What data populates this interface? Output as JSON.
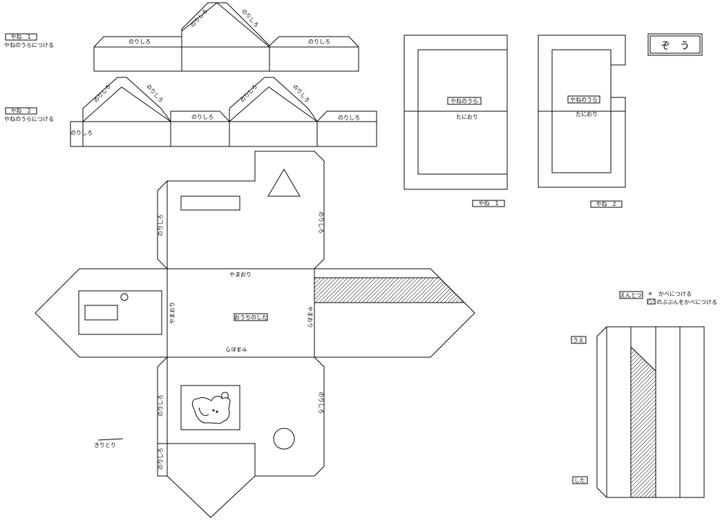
{
  "title": "ぞう",
  "roof1": {
    "tag": "やね　1",
    "instruction": "やねのうらにつける",
    "flap_labels": [
      "のりしろ",
      "のりしろ",
      "のりしろ",
      "のりしろ"
    ],
    "back_label": "やねのうら",
    "fold_label": "たにおり",
    "footer_tag": "やね　1"
  },
  "roof2": {
    "tag": "やね　2",
    "instruction": "やねのうらにつける",
    "flap_labels": [
      "のりしろ",
      "のりしろ",
      "のりしろ",
      "のりしろ",
      "のりしろ",
      "のりしろ",
      "のりしろ"
    ],
    "back_label": "やねのうら",
    "fold_label": "たにおり",
    "footer_tag": "やね　2"
  },
  "house": {
    "center_label": "おうちのした",
    "fold_top": "やまおり",
    "fold_bottom": "やまおり",
    "fold_left": "やまおり",
    "fold_right": "やまおり",
    "glue_left_top": "のりしろ",
    "glue_right_top": "のりしろ",
    "glue_left_bottom": "のりしろ",
    "glue_left_bottom2": "のりしろ",
    "glue_right_bottom": "のりしろ",
    "cut_label": "きりとり"
  },
  "chimney": {
    "tag": "えんとつ",
    "note_1": "＊　かべにつける",
    "note_2": "のぶぶんをかべにつける",
    "top_label": "うえ",
    "bottom_label": "した"
  }
}
